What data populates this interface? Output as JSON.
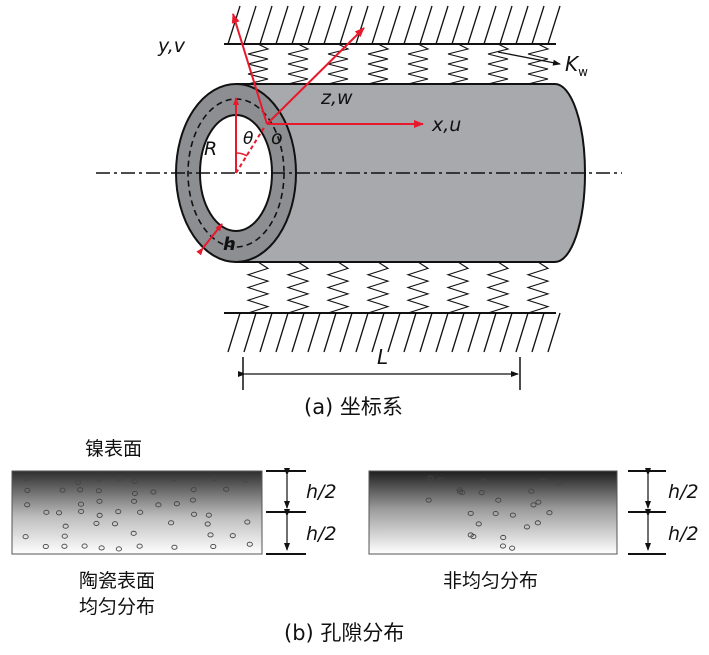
{
  "part_a": {
    "axis_labels": {
      "y": "y,v",
      "z": "z,w",
      "x": "x,u",
      "origin": "o"
    },
    "symbols": {
      "radius": "R",
      "angle": "θ",
      "thickness": "h",
      "foundation": "K",
      "foundation_sub": "w",
      "length": "L"
    },
    "caption": "(a) 坐标系"
  },
  "part_b": {
    "top_surface_label": "镍表面",
    "half_label_upper": "h/2",
    "half_label_lower": "h/2",
    "left_caption_line1": "陶瓷表面",
    "left_caption_line2": "均匀分布",
    "right_caption": "非均匀分布",
    "caption": "(b) 孔隙分布"
  },
  "colors": {
    "axis_red": "#e8192c",
    "tube_gray": "#a7a9ac",
    "tube_dark": "#58595b"
  }
}
